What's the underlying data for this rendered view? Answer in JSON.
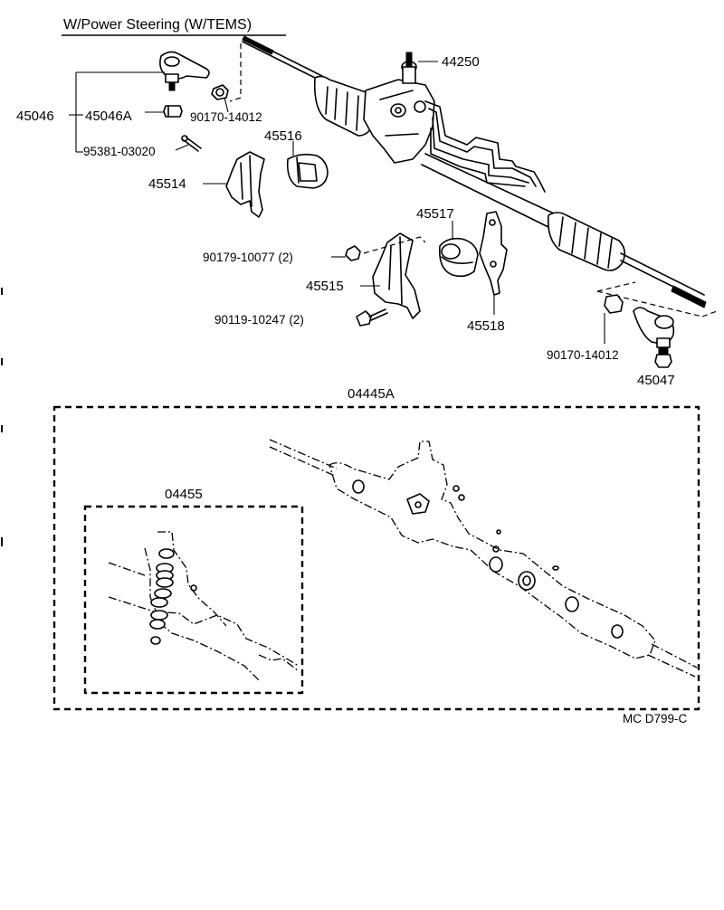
{
  "title": "W/Power Steering (W/TEMS)",
  "diagram_code": "MC D799-C",
  "labels": {
    "p44250": "44250",
    "p45046": "45046",
    "p45046A": "45046A",
    "p90170_top": "90170-14012",
    "p95381": "95381-03020",
    "p45516": "45516",
    "p45514": "45514",
    "p45517": "45517",
    "p90179": "90179-10077 (2)",
    "p45515": "45515",
    "p90119": "90119-10247 (2)",
    "p45518": "45518",
    "p90170_right": "90170-14012",
    "p45047": "45047",
    "kit_04445A": "04445A",
    "kit_04455": "04455"
  }
}
